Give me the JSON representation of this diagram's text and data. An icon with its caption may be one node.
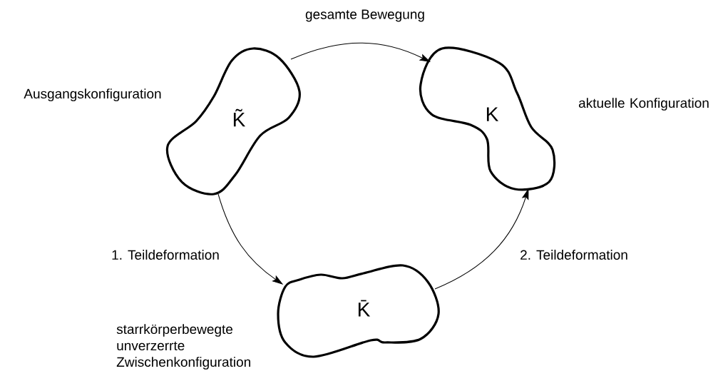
{
  "diagram": {
    "nodes": [
      {
        "text": [
          "K̃"
        ],
        "beside": [
          "Ausgangskonfiguration"
        ]
      },
      {
        "text": [
          "K"
        ],
        "beside": [
          "aktuelle Konfiguration"
        ]
      },
      {
        "text": [
          "K̄"
        ],
        "beside": [
          "starrkörperbewegte unverzerrte Zwischenkonfiguration"
        ]
      }
    ],
    "edges": [
      {
        "from": 0,
        "to": 1,
        "arrow": "to",
        "label": "gesamte Bewegung"
      },
      {
        "from": 0,
        "to": 2,
        "arrow": "to",
        "label": "1. Teildeformation"
      },
      {
        "from": 2,
        "to": 1,
        "arrow": "to",
        "label": "2. Teildeformation"
      }
    ]
  }
}
